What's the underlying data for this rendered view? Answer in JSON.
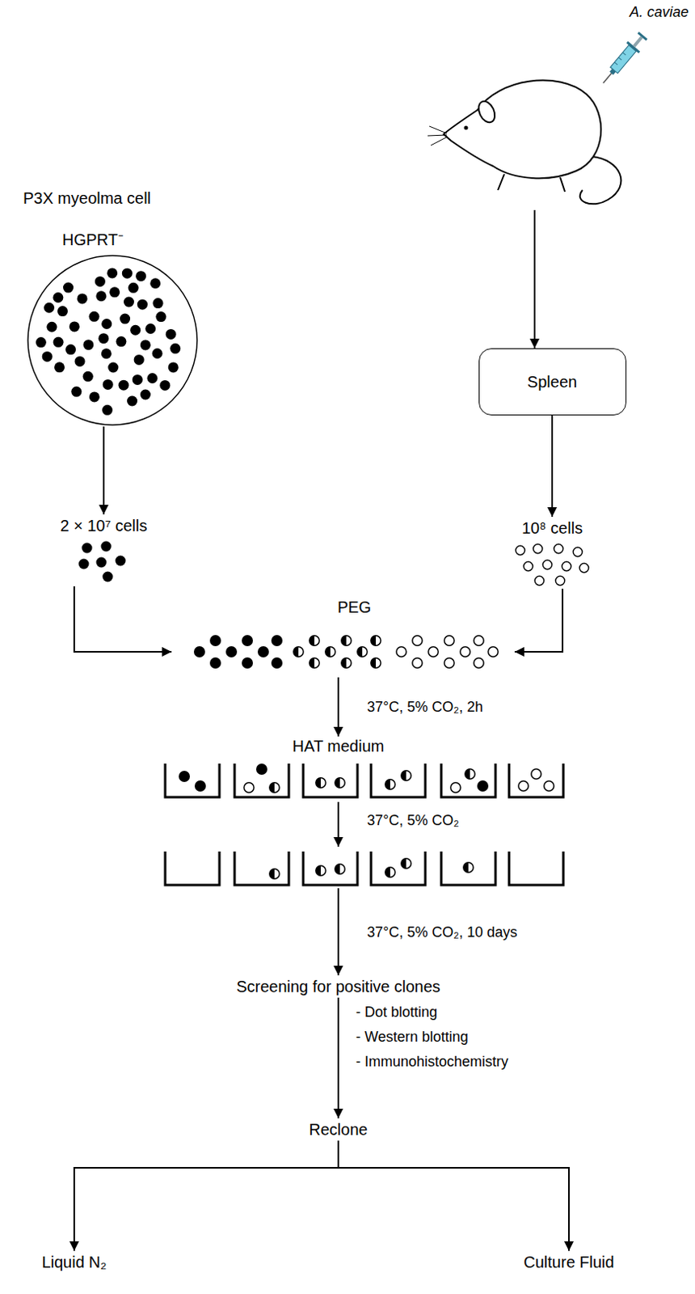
{
  "diagram": {
    "nodes": [
      {
        "text": [
          "P3X myeolma cell",
          "HGPRT⁻"
        ]
      },
      {
        "text": [
          "Spleen"
        ]
      },
      {
        "text": [
          "2 × 10⁷ cells"
        ]
      },
      {
        "text": [
          "10⁸ cells"
        ]
      },
      {
        "text": [
          "PEG"
        ]
      },
      {
        "text": [
          "HAT medium"
        ]
      },
      {
        "text": [
          "Screening for positive clones"
        ]
      },
      {
        "text": [
          "Reclone"
        ]
      },
      {
        "text": [
          "Liquid N₂"
        ]
      },
      {
        "text": [
          "Culture Fluid"
        ]
      }
    ],
    "edges": [
      {
        "from": 0,
        "to": 2,
        "arrow": "to"
      },
      {
        "from": 1,
        "to": 3,
        "arrow": "to"
      },
      {
        "from": 2,
        "to": 4,
        "arrow": "to"
      },
      {
        "from": 3,
        "to": 4,
        "arrow": "to"
      },
      {
        "from": 4,
        "to": 5,
        "label": "37°C, 5% CO₂, 2h",
        "arrow": "to"
      },
      {
        "from": 5,
        "to": 6,
        "label": "37°C, 5% CO₂, 10 days",
        "arrow": "to"
      },
      {
        "from": 6,
        "to": 7,
        "arrow": "to"
      },
      {
        "from": 7,
        "to": 8,
        "arrow": "to"
      },
      {
        "from": 7,
        "to": 9,
        "arrow": "to"
      }
    ],
    "labels": [
      "A. caviae",
      "37°C, 5% CO₂",
      "- Dot blotting",
      "- Western blotting",
      "- Immunohistochemistry"
    ]
  }
}
